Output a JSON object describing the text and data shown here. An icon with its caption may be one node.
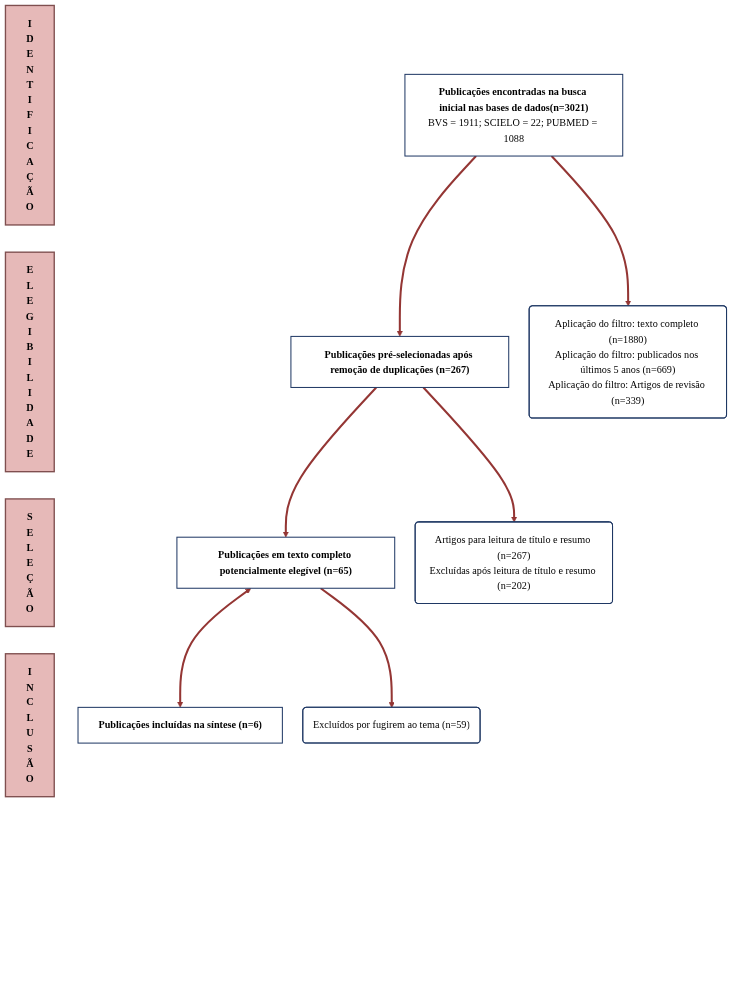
{
  "diagram": {
    "nodes": [
      {
        "text": [
          "IDENTIFICAÇÃO"
        ]
      },
      {
        "text": [
          "Publicações encontradas na busca inicial nas bases de dados(n=3021)",
          "BVS = 1911; SCIELO = 22; PUBMED = 1088"
        ]
      },
      {
        "text": [
          "Aplicação do filtro: texto completo (n=1880)",
          "Aplicação do filtro: publicados nos últimos 5 anos (n=669)",
          "Aplicação do filtro: Artigos de revisão (n=339)"
        ]
      },
      {
        "text": [
          "ELEGIBILIDADE"
        ]
      },
      {
        "text": [
          "Publicações pré-selecionadas após remoção de duplicações (n=267)"
        ]
      },
      {
        "text": [
          "Artigos para leitura de título e resumo (n=267)",
          "Excluídas após leitura de título e resumo (n=202)"
        ]
      },
      {
        "text": [
          "SELEÇÃO"
        ]
      },
      {
        "text": [
          "Publicações em texto completo potencialmente elegível (n=65)"
        ]
      },
      {
        "text": [
          "Excluídos por fugirem ao tema (n=59)"
        ]
      },
      {
        "text": [
          "INCLUSÃO"
        ]
      },
      {
        "text": [
          "Publicações incluídas na síntese (n=6)"
        ]
      }
    ],
    "edges": [
      {
        "from": 1,
        "to": 4,
        "arrow": "to"
      },
      {
        "from": 1,
        "to": 2,
        "arrow": "to"
      },
      {
        "from": 4,
        "to": 7,
        "arrow": "to"
      },
      {
        "from": 4,
        "to": 5,
        "arrow": "to"
      },
      {
        "from": 7,
        "to": 10,
        "arrow": "both"
      },
      {
        "from": 7,
        "to": 8,
        "arrow": "to"
      }
    ]
  }
}
